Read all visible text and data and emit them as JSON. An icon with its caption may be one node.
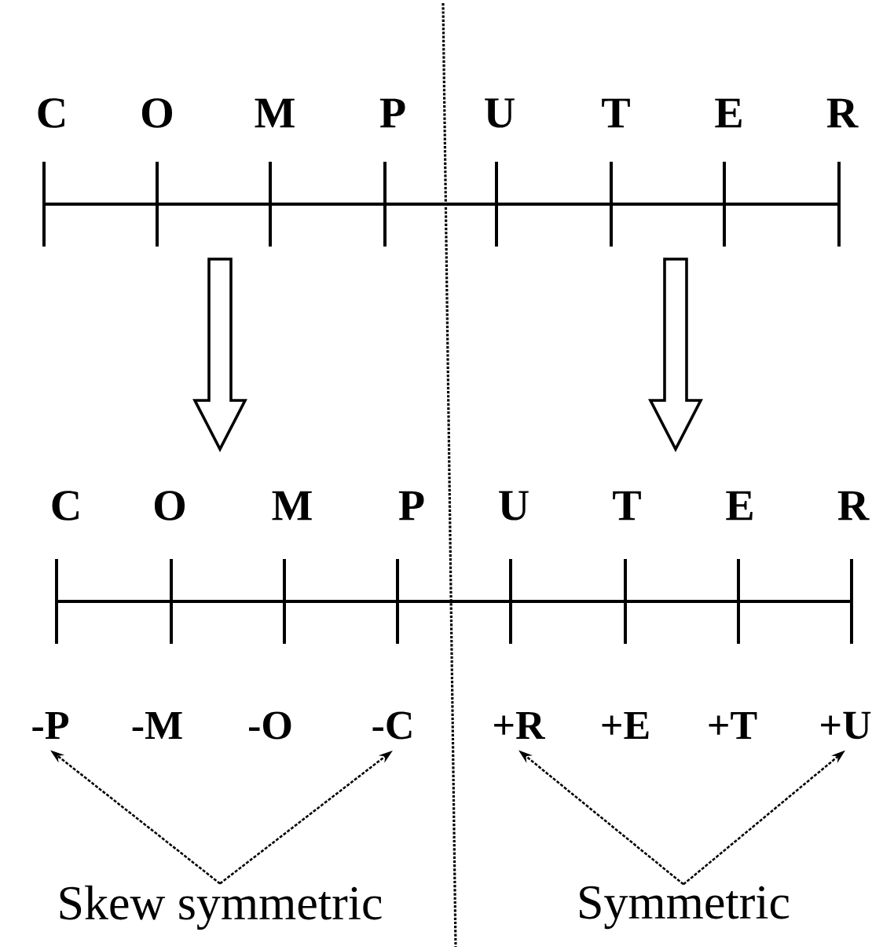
{
  "diagram": {
    "nodes": [
      {
        "text": [
          "-P"
        ]
      },
      {
        "text": [
          "-M"
        ]
      },
      {
        "text": [
          "-O"
        ]
      },
      {
        "text": [
          "-C"
        ]
      },
      {
        "text": [
          "+R"
        ]
      },
      {
        "text": [
          "+E"
        ]
      },
      {
        "text": [
          "+T"
        ]
      },
      {
        "text": [
          "+U"
        ]
      },
      {
        "text": [
          "Skew symmetric"
        ]
      },
      {
        "text": [
          "Symmetric"
        ]
      }
    ],
    "edges": [
      {
        "from": 8,
        "to": 0,
        "arrow": "to",
        "style": "dashed"
      },
      {
        "from": 8,
        "to": 3,
        "arrow": "to",
        "style": "dashed"
      },
      {
        "from": 9,
        "to": 4,
        "arrow": "to",
        "style": "dashed"
      },
      {
        "from": 9,
        "to": 7,
        "arrow": "to",
        "style": "dashed"
      }
    ],
    "labels": [
      "C",
      "O",
      "M",
      "P",
      "U",
      "T",
      "E",
      "R",
      "C",
      "O",
      "M",
      "P",
      "U",
      "T",
      "E",
      "R"
    ]
  }
}
